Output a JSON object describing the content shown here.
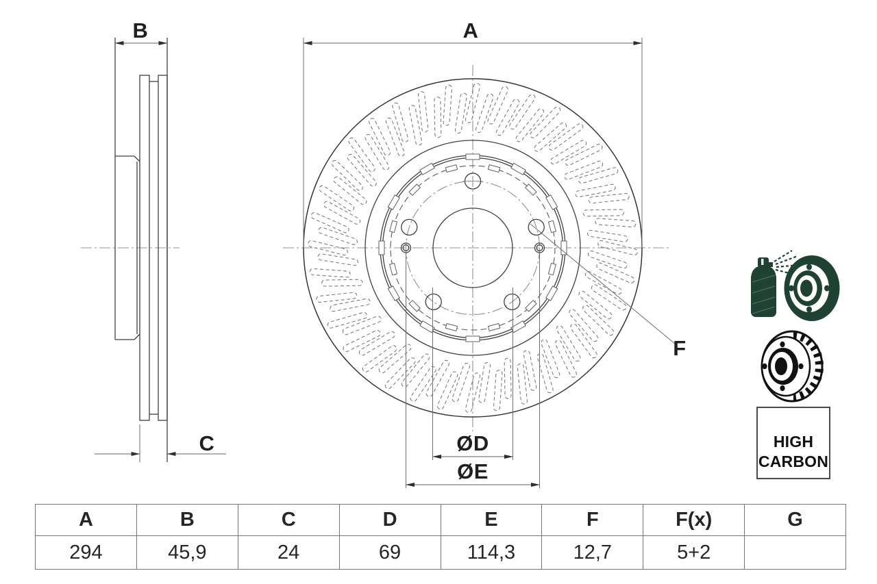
{
  "drawing": {
    "labels": {
      "a": "A",
      "b": "B",
      "c": "C",
      "d": "ØD",
      "e": "ØE",
      "f": "F"
    },
    "line_color": "#3f3f3f",
    "dimension_color": "#606060",
    "centerline_color": "#909090"
  },
  "side_icons": {
    "spray_icon": "spray-coating-icon",
    "disc_icon": "vented-brake-disc-icon",
    "badge": {
      "line1": "HIGH",
      "line2": "CARBON"
    },
    "icon_green": "#1f4233",
    "icon_black": "#111111"
  },
  "table": {
    "headers": [
      "A",
      "B",
      "C",
      "D",
      "E",
      "F",
      "F(x)",
      "G"
    ],
    "values": [
      "294",
      "45,9",
      "24",
      "69",
      "114,3",
      "12,7",
      "5+2",
      ""
    ]
  }
}
